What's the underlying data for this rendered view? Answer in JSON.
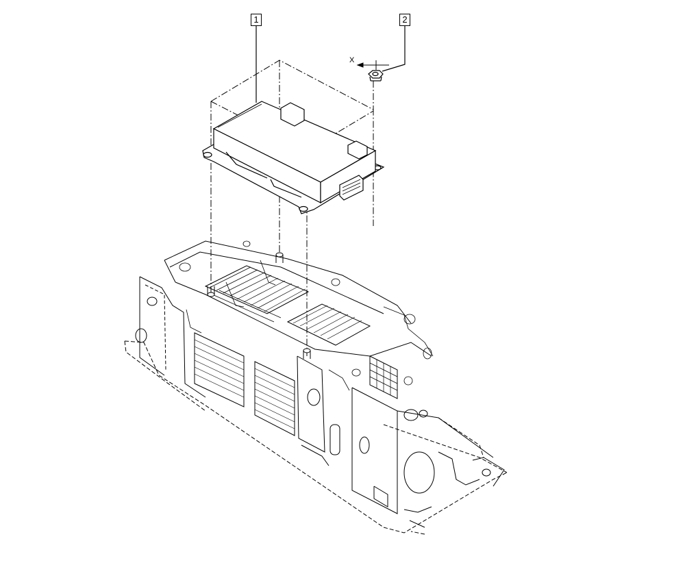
{
  "callouts": [
    {
      "id": "1",
      "label": "1"
    },
    {
      "id": "2",
      "label": "2"
    }
  ],
  "axis": {
    "label": "X"
  },
  "colors": {
    "line": "#000000",
    "background": "#ffffff"
  }
}
